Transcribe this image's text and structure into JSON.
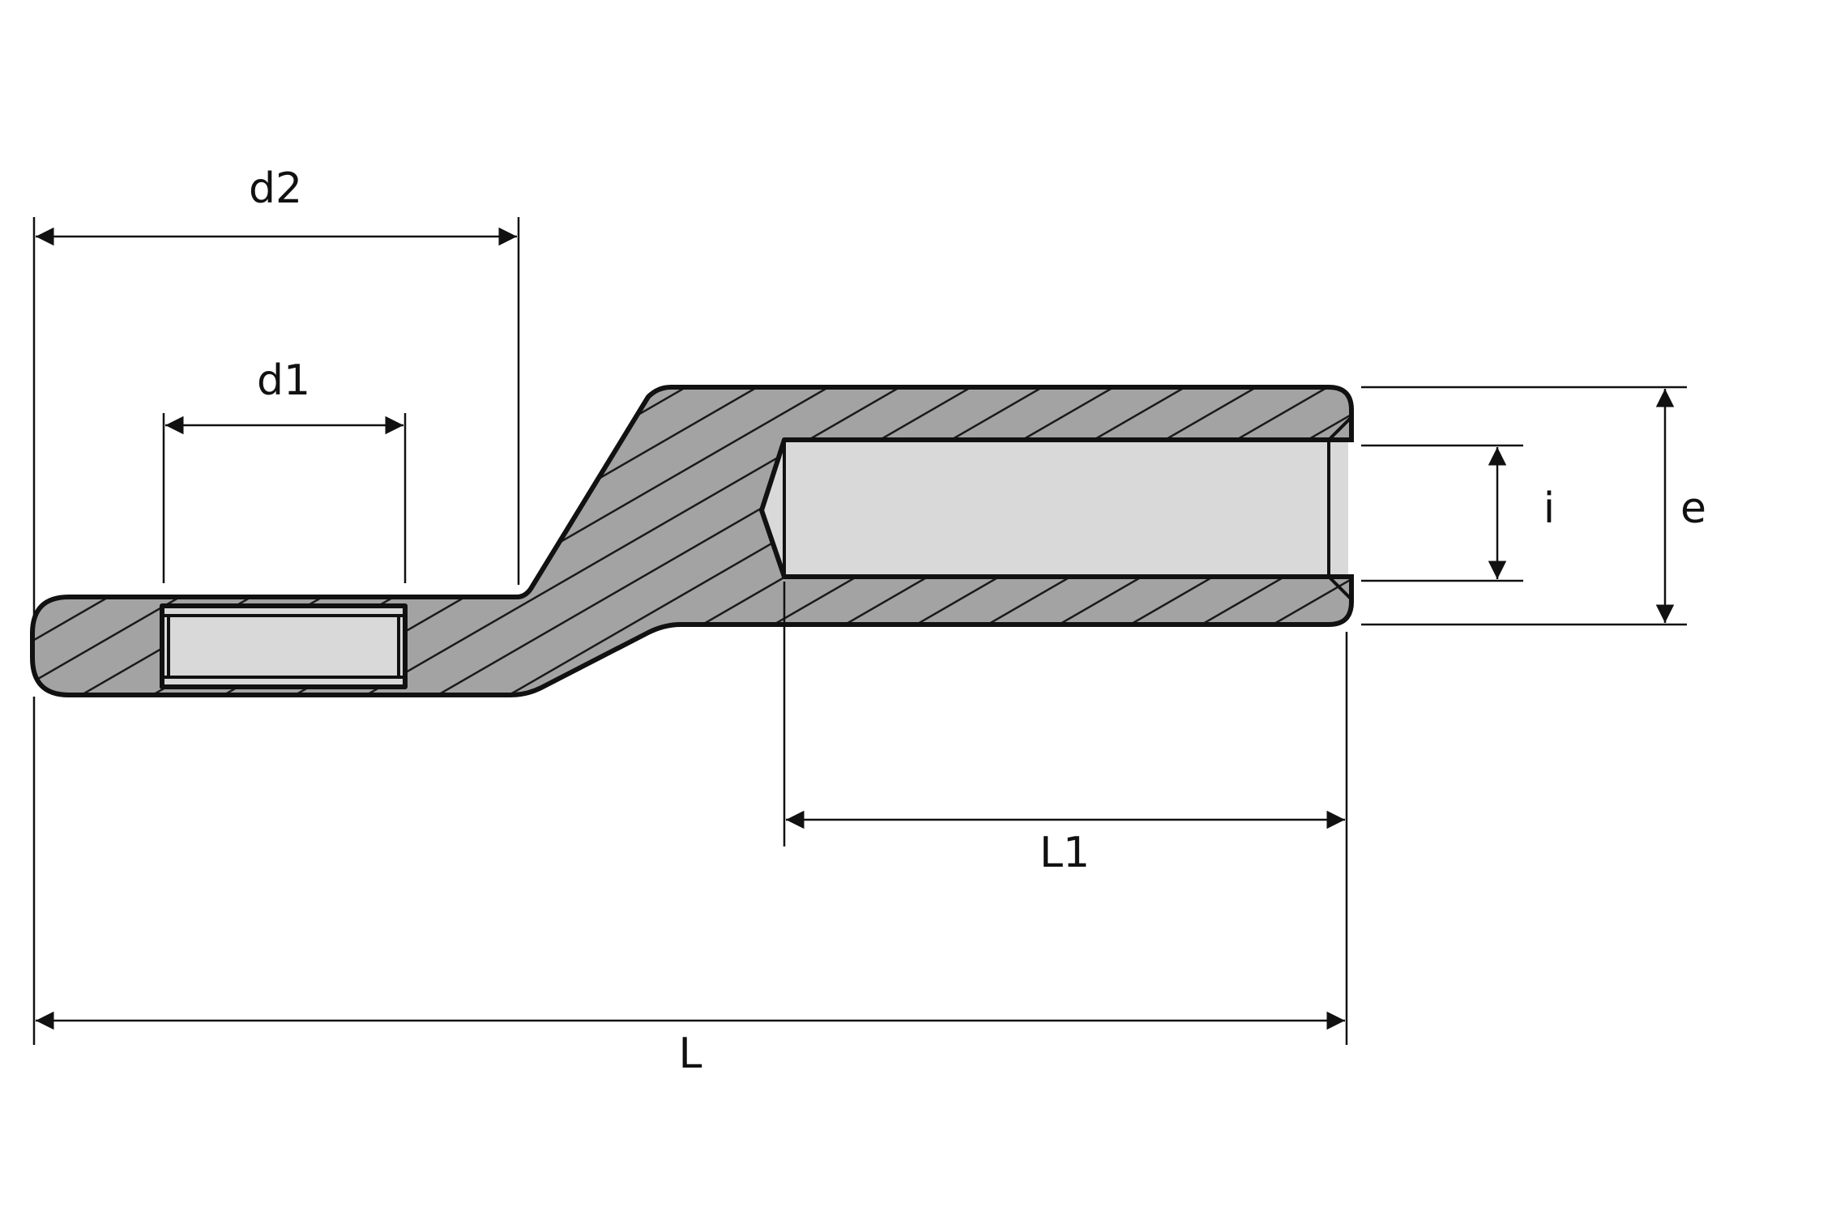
{
  "diagram": {
    "labels": {
      "d2": "d2",
      "d1": "d1",
      "i": "i",
      "e": "e",
      "L1": "L1",
      "L": "L"
    },
    "colors": {
      "line": "#111111",
      "hatch_fill": "#a3a3a3",
      "hatch_line": "#1a1a1a",
      "bore_fill": "#d9d9d9"
    }
  }
}
